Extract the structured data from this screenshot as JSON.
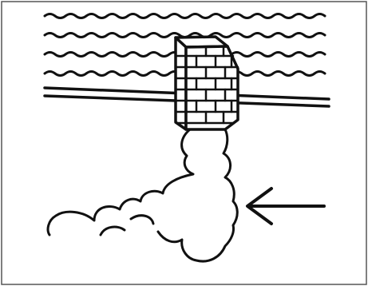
{
  "figure": {
    "type": "line-art illustration",
    "colors": {
      "ink": "#111111",
      "background": "#ffffff",
      "frame": "#555555"
    },
    "subject": {
      "roof_wave_lines": 4,
      "roof_ridge_lines": 2,
      "chimney_material": "brick",
      "emission": "smoke-cloud",
      "pointer": "arrow-pointing-left"
    }
  }
}
